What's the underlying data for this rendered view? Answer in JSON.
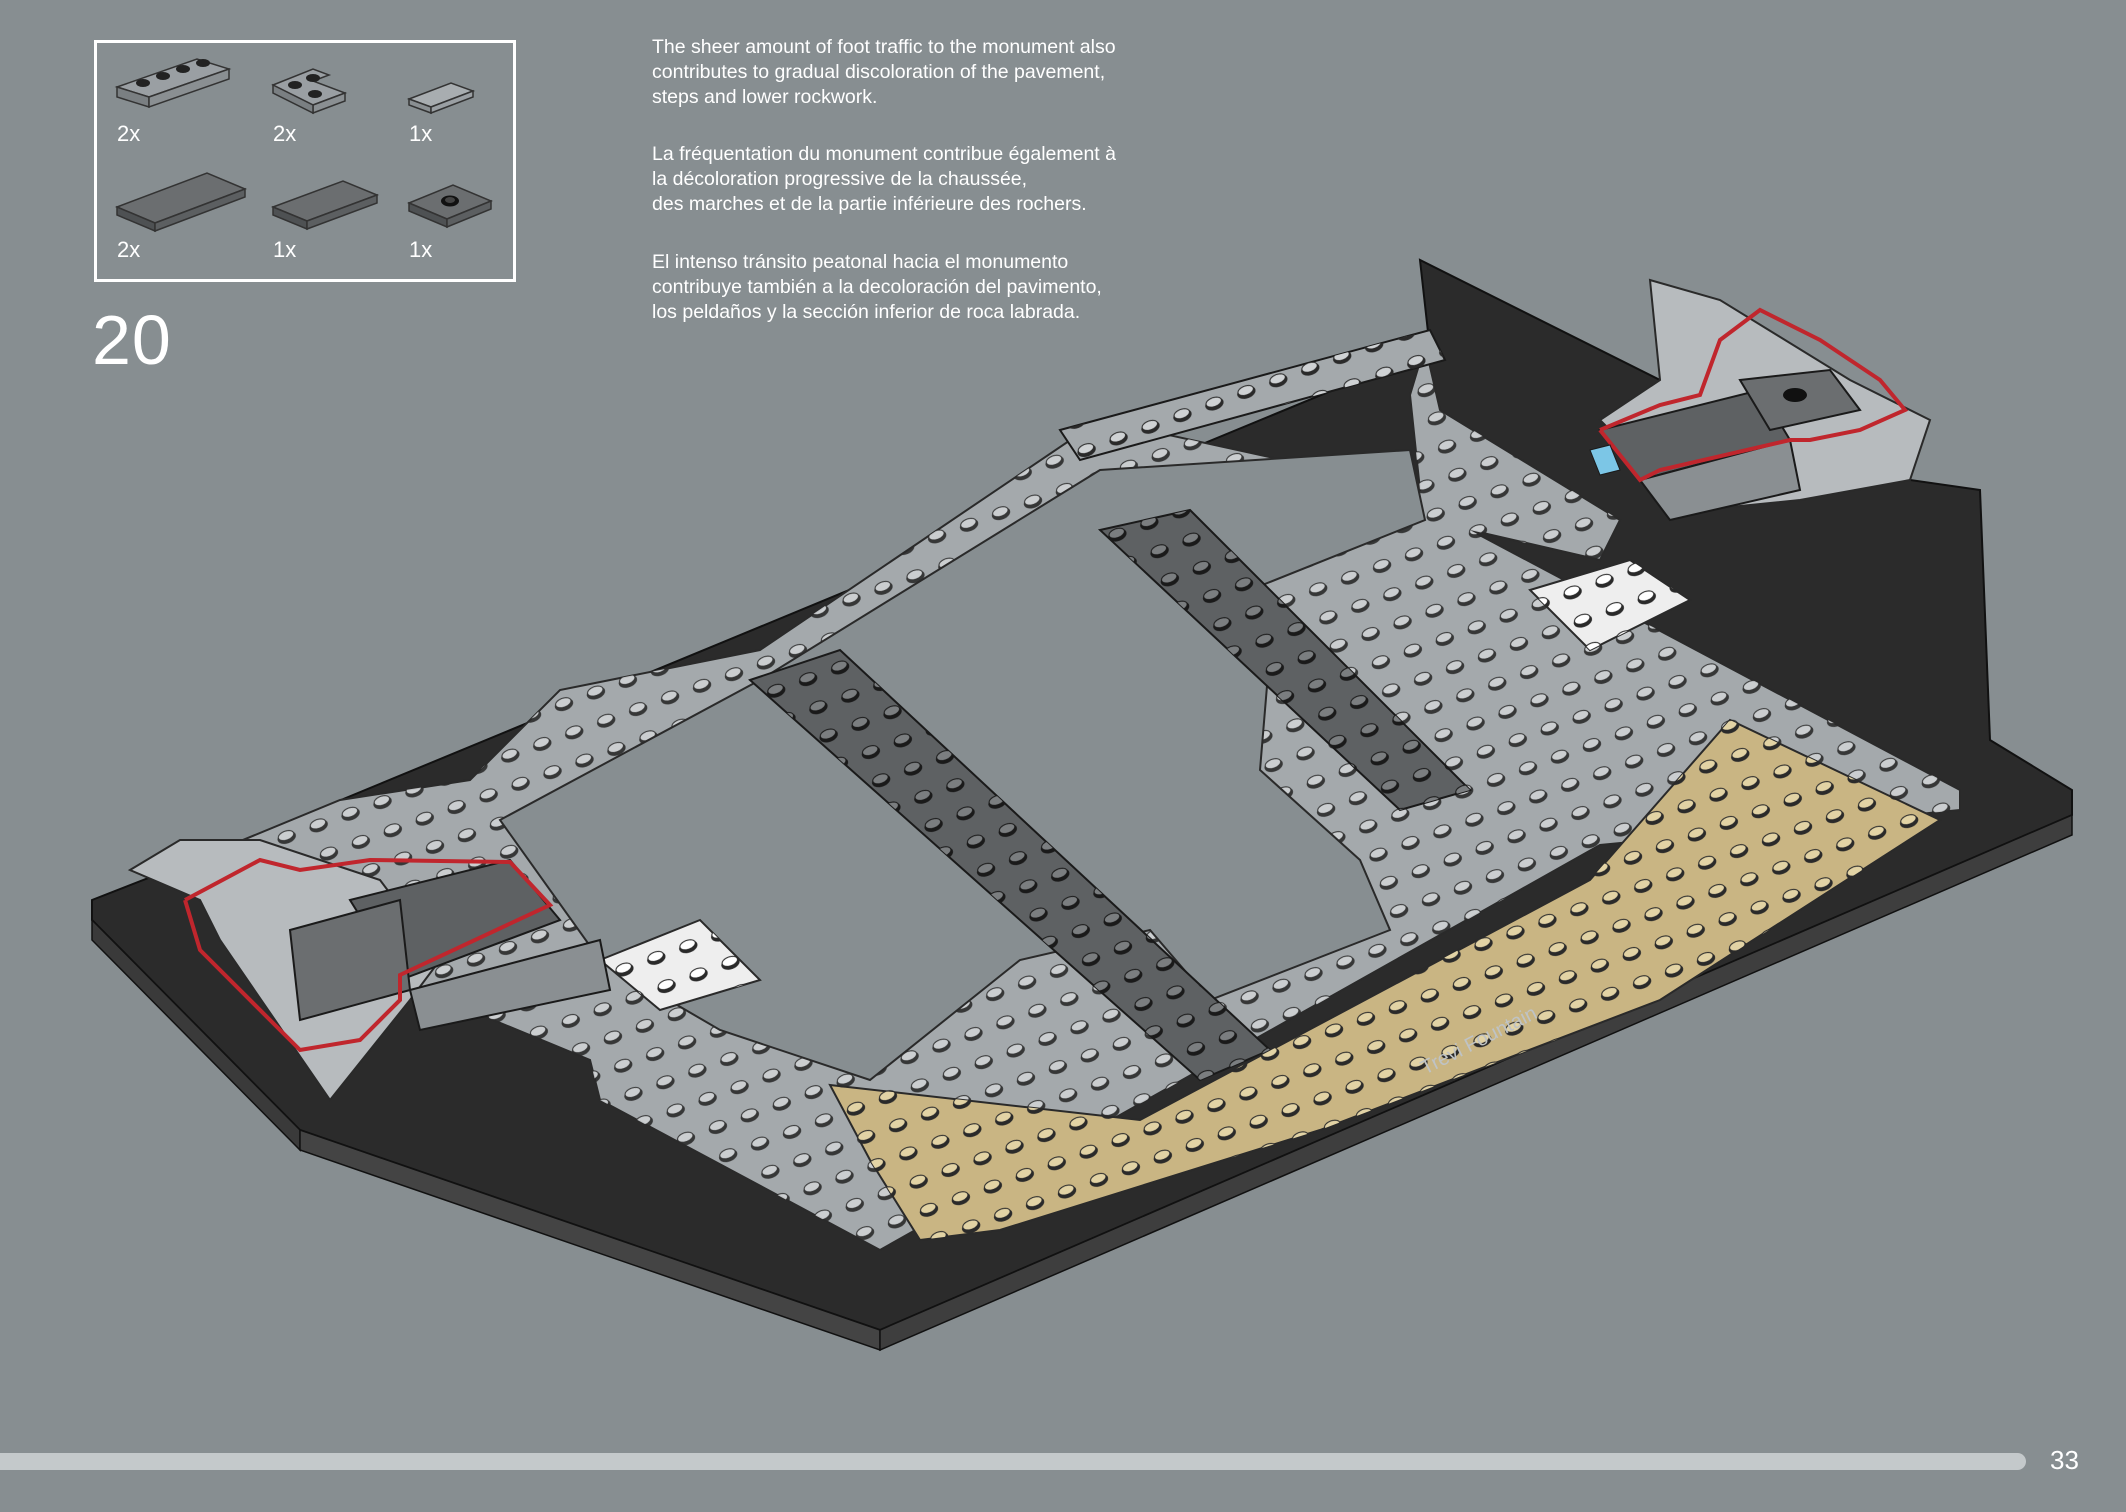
{
  "parts_list": {
    "items": [
      {
        "name": "plate-1x4",
        "color": "#9a9fa3",
        "quantity": "2x"
      },
      {
        "name": "plate-corner-2x2",
        "color": "#9a9fa3",
        "quantity": "2x"
      },
      {
        "name": "tile-1x2",
        "color": "#a8adb0",
        "quantity": "1x"
      },
      {
        "name": "tile-2x4",
        "color": "#6b6e70",
        "quantity": "2x"
      },
      {
        "name": "tile-2x3",
        "color": "#6b6e70",
        "quantity": "1x"
      },
      {
        "name": "plate-2x2-jumper",
        "color": "#6b6e70",
        "quantity": "1x"
      }
    ]
  },
  "step": {
    "number": "20"
  },
  "description": {
    "en": "The sheer amount of foot traffic to the monument also\ncontributes to gradual discoloration of the pavement,\nsteps and lower rockwork.",
    "fr": "La fréquentation du monument contribue également à\nla décoloration progressive de la chaussée,\ndes marches et de la partie inférieure des rochers.",
    "es": "El intenso tránsito peatonal hacia el monumento\ncontribuye también a la decoloración del pavimento,\nlos peldaños y la sección inferior de roca labrada."
  },
  "model": {
    "nameplate_text": "Trevi Fountain",
    "highlight_color": "#c0262d",
    "colors": {
      "base_black": "#262626",
      "light_gray": "#a4a9ac",
      "dark_gray": "#5e6163",
      "tan": "#c9b583",
      "white": "#eeeeee"
    }
  },
  "footer": {
    "page_number": "33"
  }
}
